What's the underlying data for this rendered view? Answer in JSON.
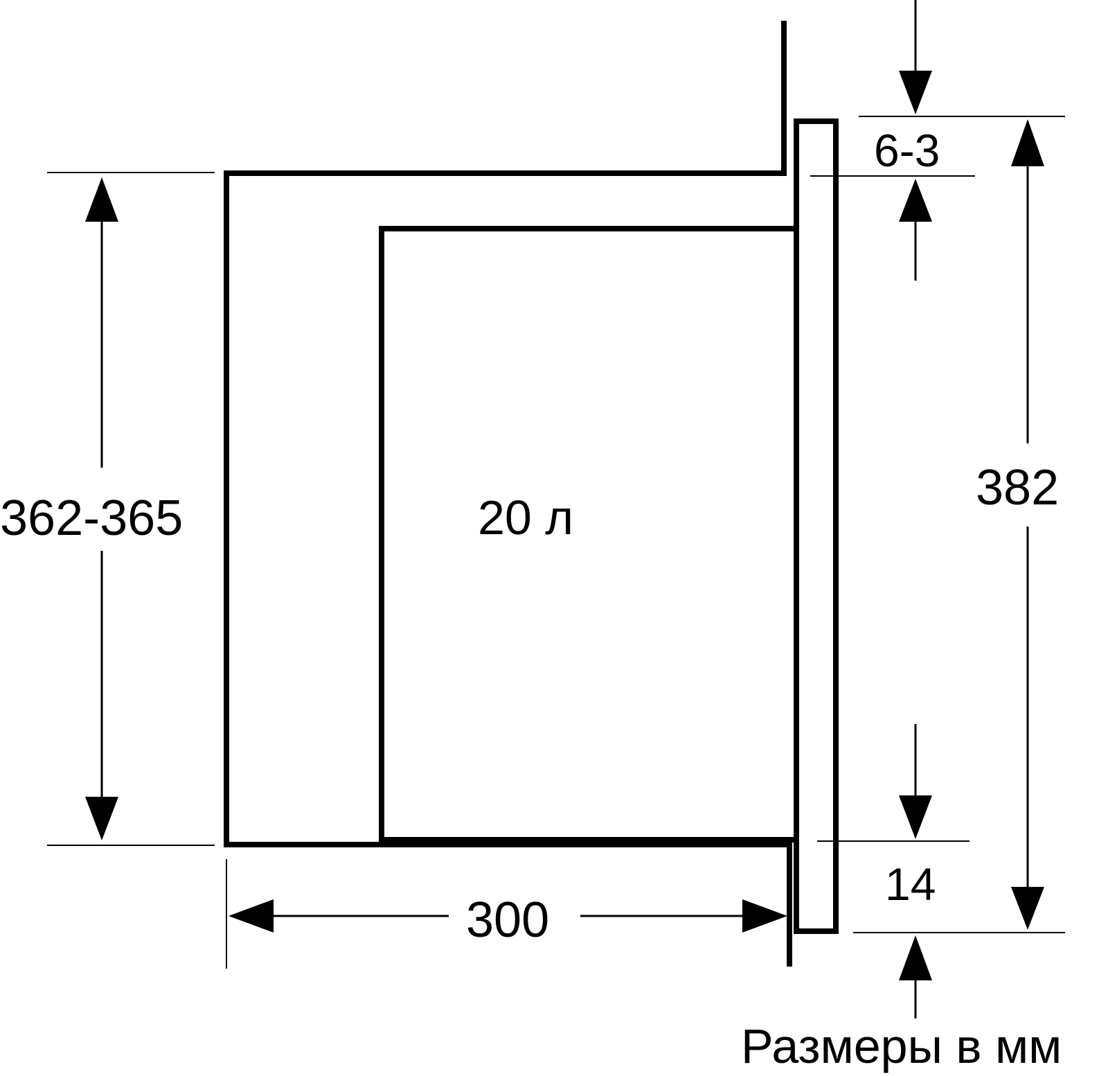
{
  "diagram": {
    "labels": {
      "cabinet_height": "362-365",
      "volume": "20 л",
      "depth": "300",
      "top_gap": "6-3",
      "panel_height": "382",
      "bottom_offset": "14",
      "units_note": "Размеры в мм"
    },
    "colors": {
      "stroke": "#000000",
      "background": "#ffffff"
    }
  }
}
